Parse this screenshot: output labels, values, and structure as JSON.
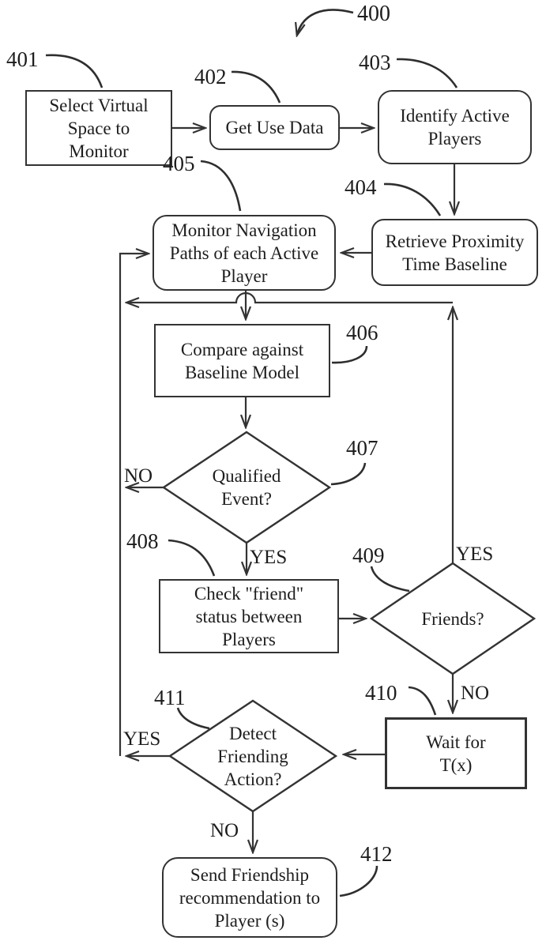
{
  "figure": {
    "label": "400"
  },
  "colors": {
    "line": "#333333",
    "text": "#1d1d1d",
    "background": "#ffffff"
  },
  "nodes": [
    {
      "ref": "401",
      "shape": "rect",
      "lines": [
        "Select Virtual",
        "Space to",
        "Monitor"
      ]
    },
    {
      "ref": "402",
      "shape": "rounded",
      "lines": [
        "Get Use Data"
      ]
    },
    {
      "ref": "403",
      "shape": "rounded",
      "lines": [
        "Identify Active",
        "Players"
      ]
    },
    {
      "ref": "404",
      "shape": "rounded",
      "lines": [
        "Retrieve Proximity",
        "Time Baseline"
      ]
    },
    {
      "ref": "405",
      "shape": "rounded",
      "lines": [
        "Monitor Navigation",
        "Paths of each Active",
        "Player"
      ]
    },
    {
      "ref": "406",
      "shape": "rect",
      "lines": [
        "Compare against",
        "Baseline Model"
      ]
    },
    {
      "ref": "407",
      "shape": "diamond",
      "lines": [
        "Qualified",
        "Event?"
      ]
    },
    {
      "ref": "408",
      "shape": "rect",
      "lines": [
        "Check \"friend\"",
        "status between",
        "Players"
      ]
    },
    {
      "ref": "409",
      "shape": "diamond",
      "lines": [
        "Friends?"
      ]
    },
    {
      "ref": "410",
      "shape": "rect",
      "lines": [
        "Wait for",
        "T(x)"
      ]
    },
    {
      "ref": "411",
      "shape": "diamond",
      "lines": [
        "Detect",
        "Friending",
        "Action?"
      ]
    },
    {
      "ref": "412",
      "shape": "rounded",
      "lines": [
        "Send Friendship",
        "recommendation to",
        "Player (s)"
      ]
    }
  ],
  "branches": {
    "qualified_event_no": "NO",
    "qualified_event_yes": "YES",
    "friends_yes": "YES",
    "friends_no": "NO",
    "detect_friending_yes": "YES",
    "detect_friending_no": "NO"
  }
}
